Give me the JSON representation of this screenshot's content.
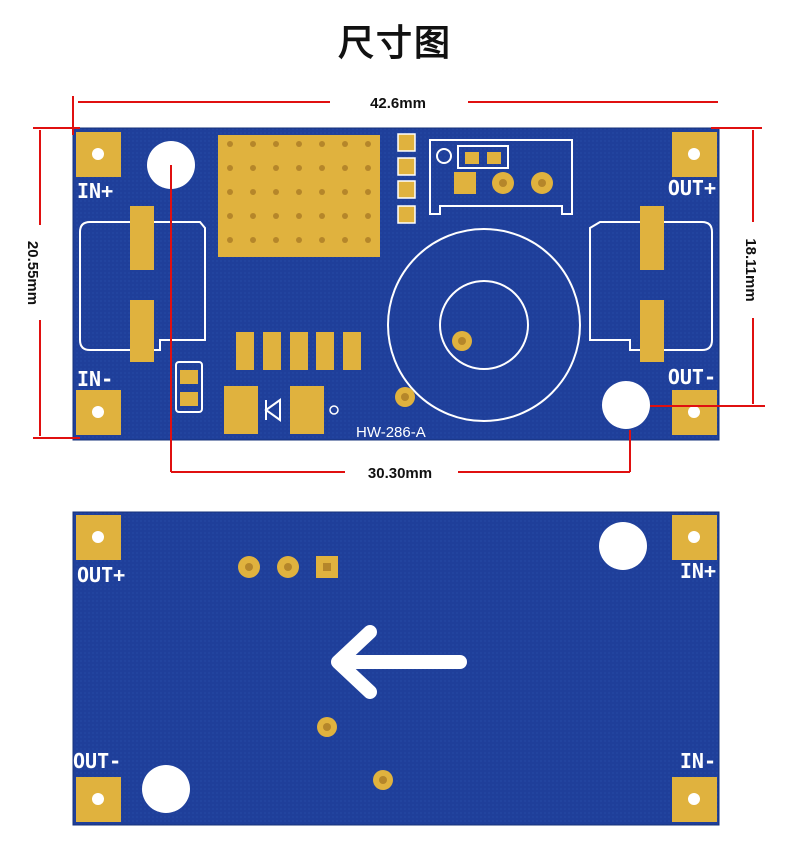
{
  "title": "尺寸图",
  "dimensions": {
    "width": "42.6mm",
    "height": "20.55mm",
    "inner_height": "18.11mm",
    "hole_spacing": "30.30mm"
  },
  "top_board": {
    "model": "HW-286-A",
    "in_plus": "IN+",
    "in_minus": "IN-",
    "out_plus": "OUT+",
    "out_minus": "OUT-"
  },
  "bottom_board": {
    "out_plus": "OUT+",
    "out_minus": "OUT-",
    "in_plus": "IN+",
    "in_minus": "IN-"
  },
  "colors": {
    "pcb": "#1f3f9a",
    "pad": "#e0b23e",
    "silk": "#ffffff",
    "dimension": "#e01010"
  }
}
